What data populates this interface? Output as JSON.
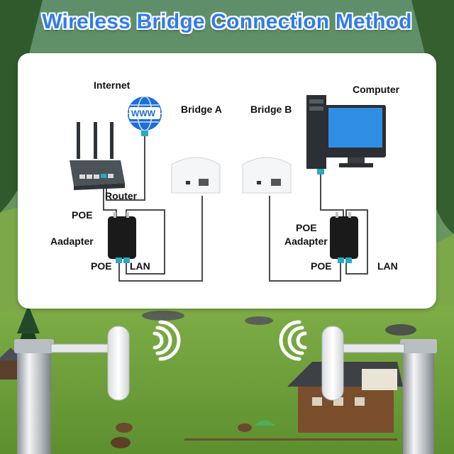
{
  "title": "Wireless Bridge Connection Method",
  "labels": {
    "internet": "Internet",
    "www": "WWW",
    "router": "Router",
    "poe_left": "POE",
    "adapter_left": "Aadapter",
    "poe_port_left": "POE",
    "lan_port_left": "LAN",
    "bridge_a": "Bridge A",
    "bridge_b": "Bridge B",
    "computer": "Computer",
    "poe_right": "POE",
    "adapter_right": "Aadapter",
    "poe_port_right": "POE",
    "lan_port_right": "LAN"
  },
  "colors": {
    "title": "#2f7bf0",
    "cable": "#4a4a4a",
    "globe": "#1f6fd6",
    "adapter": "#1a1a1a",
    "port": "#2aa9c4"
  },
  "icons": [
    "wifi-signal-icon",
    "globe-icon"
  ]
}
